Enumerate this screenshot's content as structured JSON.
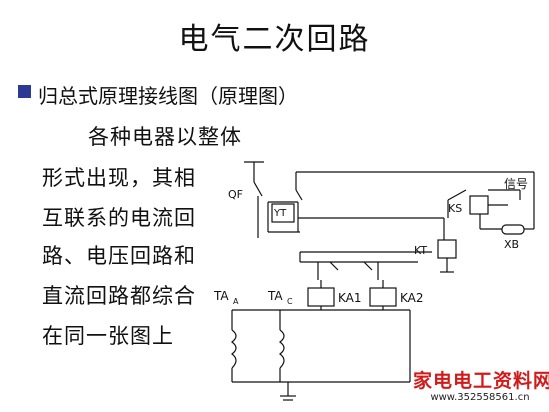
{
  "title": "电气二次回路",
  "bullet": "归总式原理接线图（原理图）",
  "paragraph": {
    "line1": "各种电器以整体",
    "line2": "形式出现，其相",
    "line3": "互联系的电流回",
    "line4": "路、电压回路和",
    "line5": "直流回路都综合",
    "line6": "在同一张图上"
  },
  "diagram": {
    "qf": "QF",
    "yt": "YT",
    "ks": "KS",
    "xinhao": "信号",
    "xb": "XB",
    "kt": "KT",
    "ka1": "KA1",
    "ka2": "KA2",
    "ta_a": "TA",
    "ta_a_sub": "A",
    "ta_c": "TA",
    "ta_c_sub": "C"
  },
  "watermark": {
    "site_name": "家电电工资料网",
    "url": "www.352558561.cn"
  },
  "colors": {
    "bullet": "#2c3a96",
    "watermark_text": "#d11b1b"
  }
}
